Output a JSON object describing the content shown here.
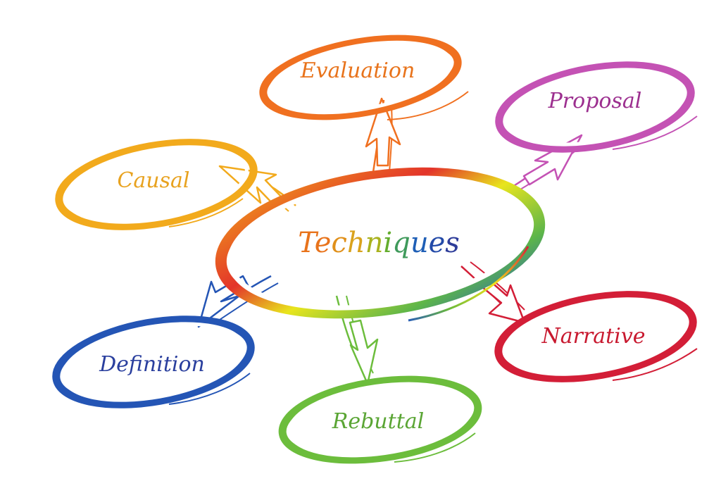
{
  "center": {
    "label": "Techniques",
    "letter_colors": [
      "#e8731b",
      "#e8731b",
      "#e0901a",
      "#d9a21c",
      "#a9b21e",
      "#64ad2e",
      "#3f9a5b",
      "#1f5fb6",
      "#234aa8",
      "#2e3d9a"
    ]
  },
  "nodes": [
    {
      "key": "evaluation",
      "label": "Evaluation",
      "color": "#f07020",
      "text_color": "#e8731b"
    },
    {
      "key": "proposal",
      "label": "Proposal",
      "color": "#c452b4",
      "text_color": "#9c2f8f"
    },
    {
      "key": "causal",
      "label": "Causal",
      "color": "#f2aa1c",
      "text_color": "#e8a21f"
    },
    {
      "key": "definition",
      "label": "Definition",
      "color": "#2455b5",
      "text_color": "#2a3f9e"
    },
    {
      "key": "rebuttal",
      "label": "Rebuttal",
      "color": "#6cbd3c",
      "text_color": "#5aa534"
    },
    {
      "key": "narrative",
      "label": "Narrative",
      "color": "#d31e37",
      "text_color": "#c8192f"
    }
  ]
}
